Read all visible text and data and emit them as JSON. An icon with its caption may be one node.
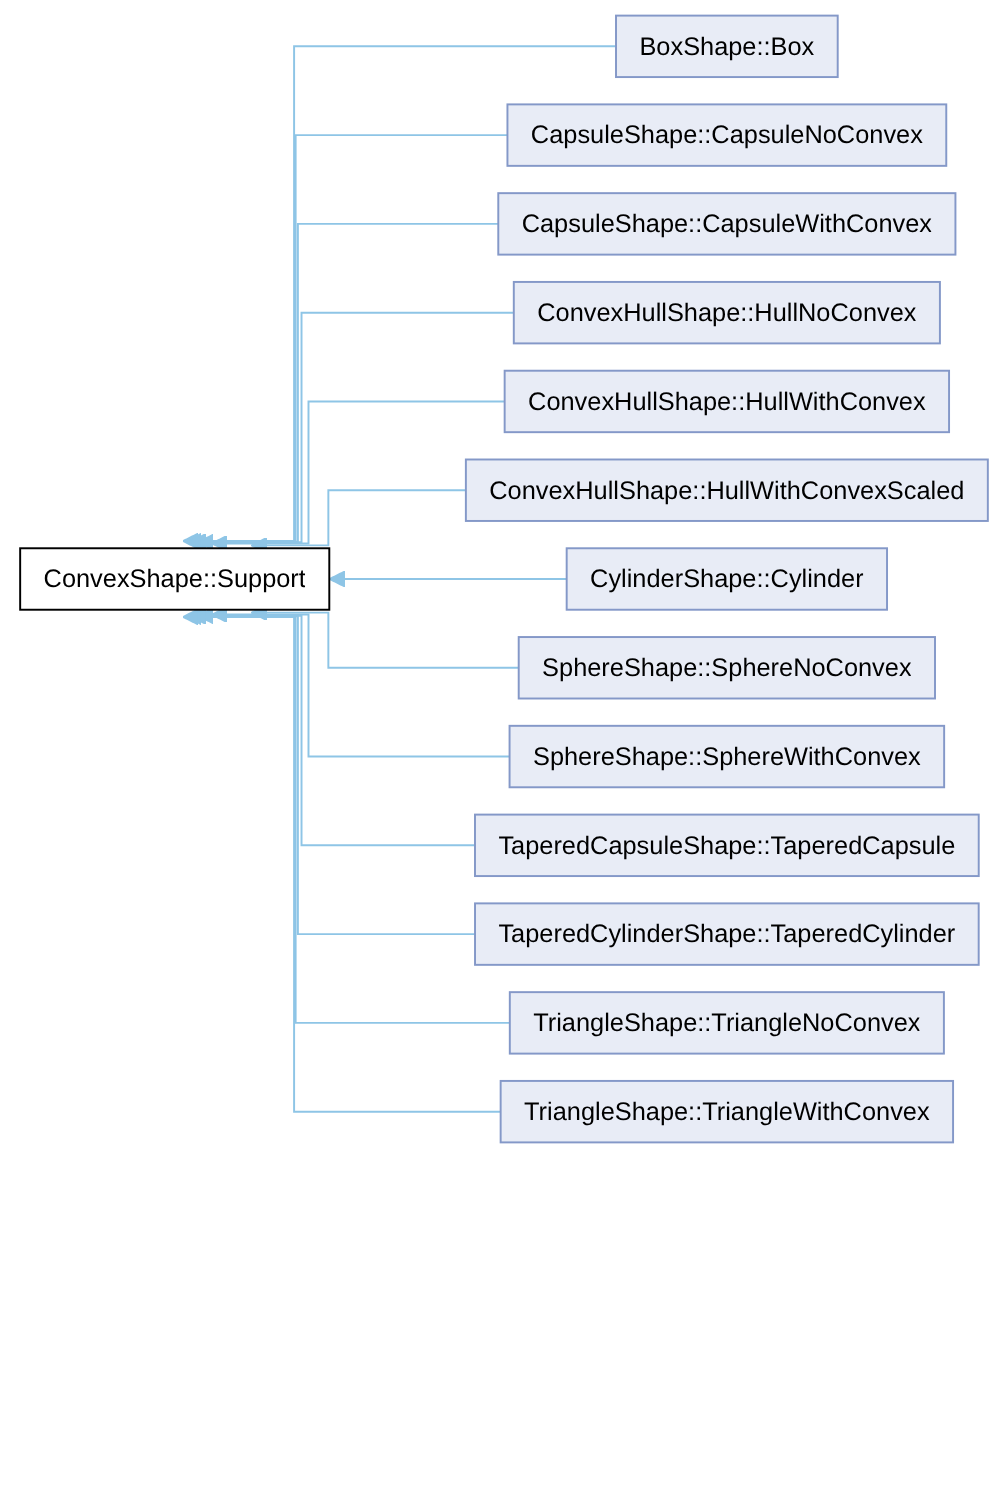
{
  "diagram": {
    "nodes": [
      {
        "text": [
          "ConvexShape::Support"
        ]
      },
      {
        "text": [
          "BoxShape::Box"
        ]
      },
      {
        "text": [
          "CapsuleShape::CapsuleNoConvex"
        ]
      },
      {
        "text": [
          "CapsuleShape::CapsuleWithConvex"
        ]
      },
      {
        "text": [
          "ConvexHullShape::HullNoConvex"
        ]
      },
      {
        "text": [
          "ConvexHullShape::HullWithConvex"
        ]
      },
      {
        "text": [
          "ConvexHullShape::HullWithConvexScaled"
        ]
      },
      {
        "text": [
          "CylinderShape::Cylinder"
        ]
      },
      {
        "text": [
          "SphereShape::SphereNoConvex"
        ]
      },
      {
        "text": [
          "SphereShape::SphereWithConvex"
        ]
      },
      {
        "text": [
          "TaperedCapsuleShape::TaperedCapsule"
        ]
      },
      {
        "text": [
          "TaperedCylinderShape::TaperedCylinder"
        ]
      },
      {
        "text": [
          "TriangleShape::TriangleNoConvex"
        ]
      },
      {
        "text": [
          "TriangleShape::TriangleWithConvex"
        ]
      }
    ],
    "edges": [
      {
        "from": 1,
        "to": 0,
        "arrow": "to"
      },
      {
        "from": 2,
        "to": 0,
        "arrow": "to"
      },
      {
        "from": 3,
        "to": 0,
        "arrow": "to"
      },
      {
        "from": 4,
        "to": 0,
        "arrow": "to"
      },
      {
        "from": 5,
        "to": 0,
        "arrow": "to"
      },
      {
        "from": 6,
        "to": 0,
        "arrow": "to"
      },
      {
        "from": 7,
        "to": 0,
        "arrow": "to"
      },
      {
        "from": 8,
        "to": 0,
        "arrow": "to"
      },
      {
        "from": 9,
        "to": 0,
        "arrow": "to"
      },
      {
        "from": 10,
        "to": 0,
        "arrow": "to"
      },
      {
        "from": 11,
        "to": 0,
        "arrow": "to"
      },
      {
        "from": 12,
        "to": 0,
        "arrow": "to"
      },
      {
        "from": 13,
        "to": 0,
        "arrow": "to"
      }
    ]
  }
}
